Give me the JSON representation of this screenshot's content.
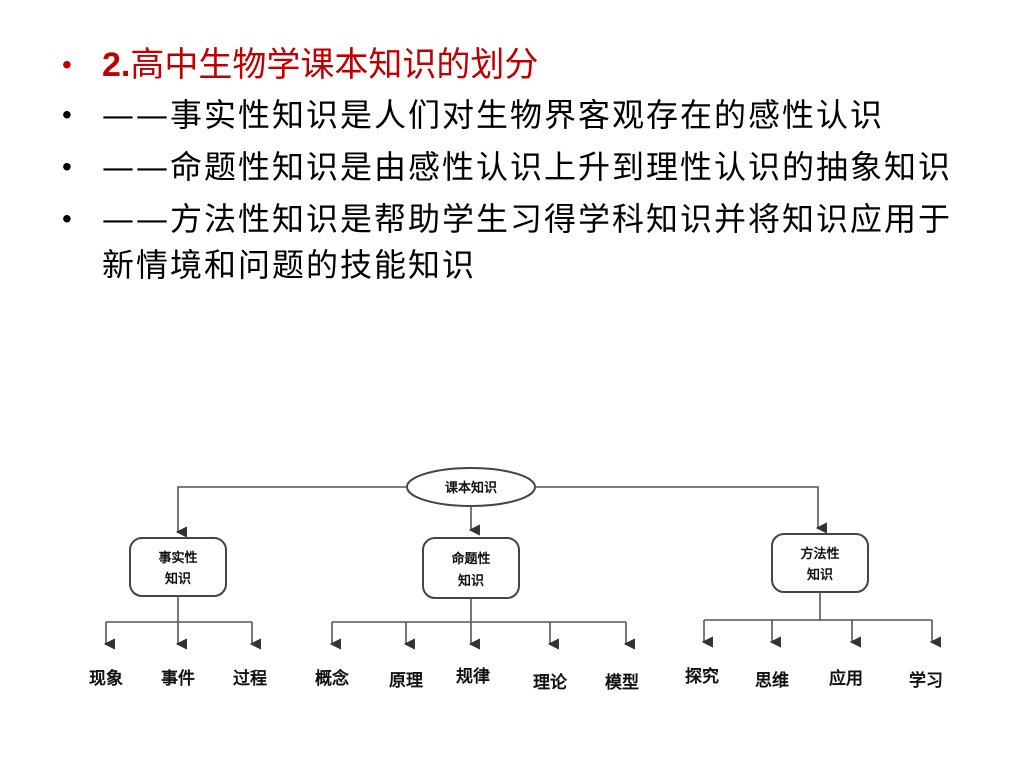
{
  "bullets": [
    {
      "marker": "•",
      "number": "2.",
      "text": "高中生物学课本知识的划分"
    },
    {
      "marker": "•",
      "text": "——事实性知识是人们对生物界客观存在的感性认识"
    },
    {
      "marker": "•",
      "text": "——命题性知识是由感性认识上升到理性认识的抽象知识"
    },
    {
      "marker": "•",
      "text": "——方法性知识是帮助学生习得学科知识并将知识应用于新情境和问题的技能知识"
    }
  ],
  "colors": {
    "title": "#c00000",
    "text": "#000000",
    "line": "#555555",
    "box_border": "#444444"
  },
  "diagram": {
    "root": "课本知识",
    "branches": [
      {
        "line1": "事实性",
        "line2": "知识",
        "leaves": [
          "现象",
          "事件",
          "过程"
        ]
      },
      {
        "line1": "命题性",
        "line2": "知识",
        "leaves": [
          "概念",
          "原理",
          "规律",
          "理论",
          "模型"
        ]
      },
      {
        "line1": "方法性",
        "line2": "知识",
        "leaves": [
          "探究",
          "思维",
          "应用",
          "学习"
        ]
      }
    ]
  }
}
